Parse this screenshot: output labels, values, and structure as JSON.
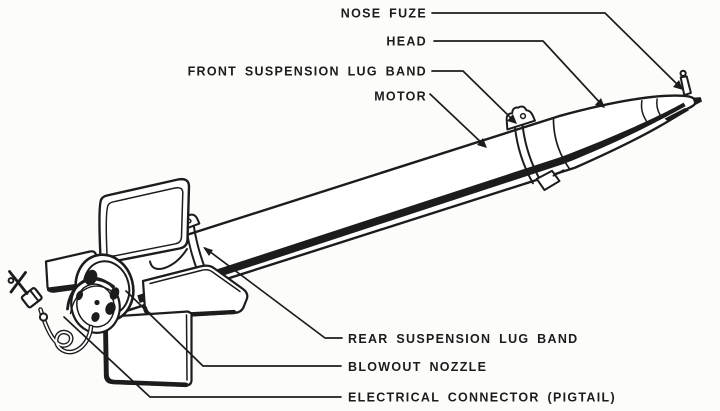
{
  "diagram": {
    "kind": "labeled line illustration of a rocket (aerial rocket with folding fins)",
    "ink_color": "#1c1c1c",
    "background_color": "#fcfcfb",
    "callouts": [
      {
        "id": "nose-fuze",
        "label": "NOSE FUZE"
      },
      {
        "id": "head",
        "label": "HEAD"
      },
      {
        "id": "front-suspension-lug-band",
        "label": "FRONT SUSPENSION LUG BAND"
      },
      {
        "id": "motor",
        "label": "MOTOR"
      },
      {
        "id": "rear-suspension-lug-band",
        "label": "REAR SUSPENSION LUG BAND"
      },
      {
        "id": "blowout-nozzle",
        "label": "BLOWOUT NOZZLE"
      },
      {
        "id": "electrical-connector",
        "label": "ELECTRICAL CONNECTOR (PIGTAIL)"
      }
    ]
  }
}
